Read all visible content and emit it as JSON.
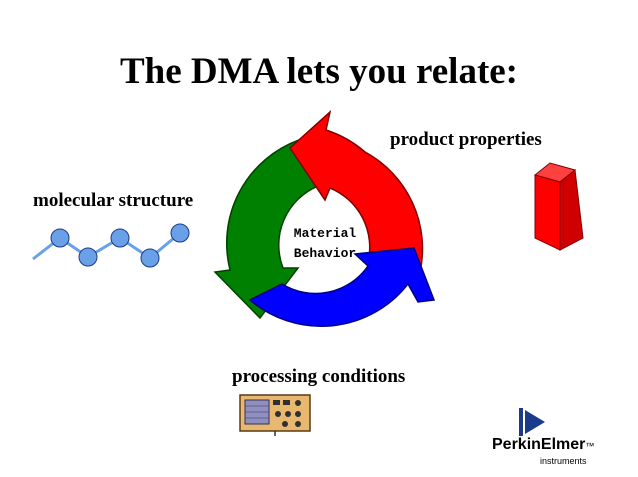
{
  "title": "The DMA lets you relate:",
  "labels": {
    "product_properties": "product  properties",
    "molecular_structure": "molecular  structure",
    "processing_conditions": "processing conditions"
  },
  "center": {
    "line1": "Material",
    "line2": "Behavior"
  },
  "logo": {
    "brand": "PerkinElmer",
    "tm": "™",
    "sub": "instruments"
  },
  "colors": {
    "red_arrow": "#ff0000",
    "blue_arrow": "#0000ff",
    "green_arrow": "#008000",
    "carton": "#ff0000",
    "molecule_node": "#6aa0e8",
    "molecule_bond": "#6aa0e8",
    "logo_blue": "#1a3a8a"
  }
}
